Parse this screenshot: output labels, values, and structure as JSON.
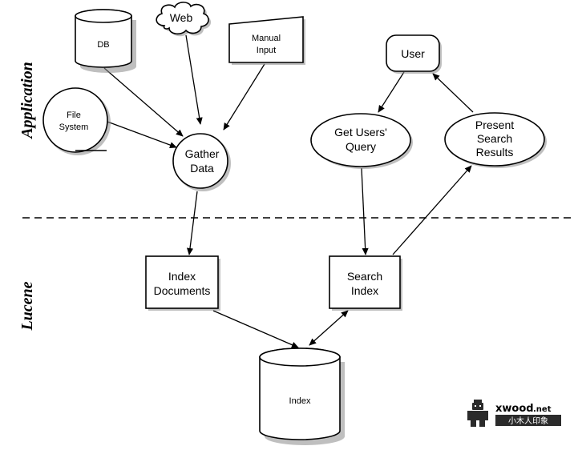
{
  "sections": {
    "application": "Application",
    "lucene": "Lucene"
  },
  "nodes": {
    "db": "DB",
    "web": "Web",
    "manual_input": [
      "Manual",
      "Input"
    ],
    "file_system": [
      "File",
      "System"
    ],
    "gather_data": [
      "Gather",
      "Data"
    ],
    "user": "User",
    "get_users_query": [
      "Get Users'",
      "Query"
    ],
    "present_search_results": [
      "Present",
      "Search",
      "Results"
    ],
    "index_documents": [
      "Index",
      "Documents"
    ],
    "search_index": [
      "Search",
      "Index"
    ],
    "index": "Index"
  },
  "watermark": {
    "brand": "xwood",
    "tld": ".net",
    "subtitle": "小木人印象",
    "logo": "robot-icon",
    "color": "#2b2b2b"
  },
  "edges": [
    [
      "db",
      "gather_data"
    ],
    [
      "web",
      "gather_data"
    ],
    [
      "manual_input",
      "gather_data"
    ],
    [
      "file_system",
      "gather_data"
    ],
    [
      "gather_data",
      "index_documents"
    ],
    [
      "index_documents",
      "index"
    ],
    [
      "index",
      "search_index"
    ],
    [
      "user",
      "get_users_query"
    ],
    [
      "get_users_query",
      "search_index"
    ],
    [
      "search_index",
      "present_search_results"
    ],
    [
      "present_search_results",
      "user"
    ]
  ]
}
